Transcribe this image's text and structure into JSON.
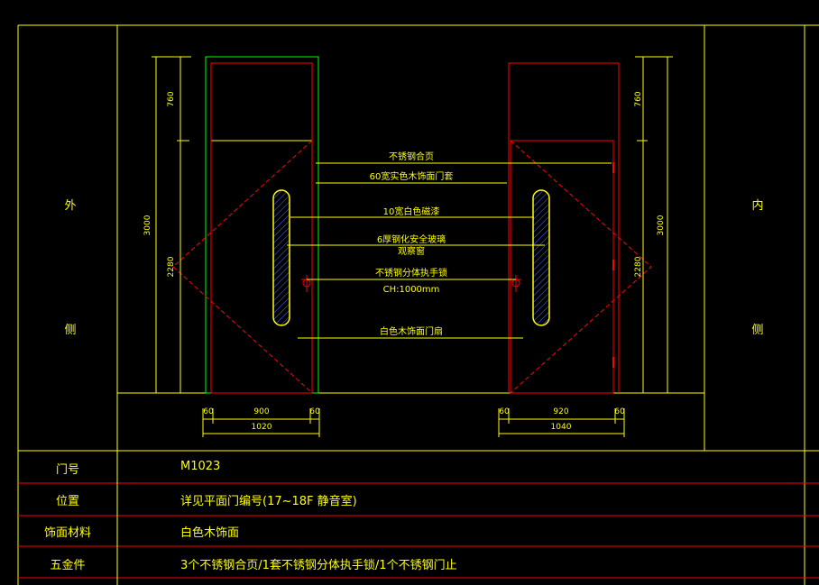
{
  "colors": {
    "background": "#000000",
    "frame_line": "#ffff00",
    "row_line": "#ff0000",
    "door_line": "#ff0000",
    "door_panel": "#ffff00",
    "frame_green": "#00ff00",
    "text": "#ffff00",
    "hatch": "#4a6cff"
  },
  "side_labels": {
    "outer_a": "外",
    "outer_b": "侧",
    "inner_a": "内",
    "inner_b": "侧"
  },
  "dimensions": {
    "left": {
      "top": "760",
      "total": "3000",
      "lower": "2280",
      "bottom_left": "60",
      "bottom_mid": "900",
      "bottom_right": "60",
      "bottom_total": "1020"
    },
    "right": {
      "top": "760",
      "total": "3000",
      "lower": "2280",
      "bottom_left": "60",
      "bottom_mid": "920",
      "bottom_right": "60",
      "bottom_total": "1040"
    }
  },
  "annotations": {
    "hinge": "不锈钢合页",
    "frame": "60宽实色木饰面门套",
    "edge": "10宽白色磁漆",
    "glass_a": "6厚钢化安全玻璃",
    "glass_b": "观察窗",
    "handle_a": "不锈钢分体执手锁",
    "handle_b": "CH:1000mm",
    "leaf": "白色木饰面门扇"
  },
  "table": {
    "rows": [
      {
        "key": "门号",
        "value": "M1023"
      },
      {
        "key": "位置",
        "value": "详见平面门编号(17~18F 静音室)"
      },
      {
        "key": "饰面材料",
        "value": "白色木饰面"
      },
      {
        "key": "五金件",
        "value": "3个不锈钢合页/1套不锈钢分体执手锁/1个不锈钢门止"
      }
    ]
  }
}
